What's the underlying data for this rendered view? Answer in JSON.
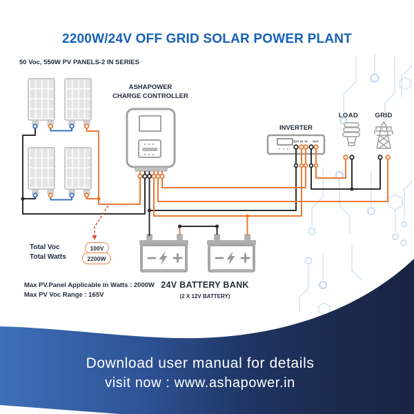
{
  "title": "2200W/24V OFF GRID SOLAR POWER PLANT",
  "subtitle": "50 Voc, 550W PV PANELS-2 IN SERIES",
  "charge_controller": {
    "label_line1": "ASHAPOWER",
    "label_line2": "CHARGE CONTROLLER"
  },
  "inverter": {
    "label": "INVERTER",
    "terminals": [
      "BAT IN",
      "IN",
      "OUT"
    ]
  },
  "load": {
    "label": "LOAD"
  },
  "grid": {
    "label": "GRID"
  },
  "battery_bank": {
    "label": "24V BATTERY BANK",
    "sublabel": "(2 X 12V BATTERY)"
  },
  "totals": {
    "voc_label": "Total Voc",
    "voc_value": "100V",
    "watts_label": "Total Watts",
    "watts_value": "2200W"
  },
  "notes": [
    "Max PV.Panel Applicable in Watts : 2000W",
    "Max PV Voc Range : 165V"
  ],
  "banner": {
    "line1": "Download user manual for details",
    "line2": "visit now : www.ashapower.in"
  },
  "colors": {
    "title_blue": "#1660b8",
    "text_dark": "#242c38",
    "wire_orange": "#e87a35",
    "wire_black": "#2d2d2d",
    "wire_blue": "#3470c0",
    "device_gray": "#a0a0a0",
    "badge_orange": "#e8824a",
    "callout_red": "#e04b35",
    "banner_blue": "#3d70b8",
    "banner_navy": "#172140",
    "pattern_blue": "#cfe0f3"
  }
}
